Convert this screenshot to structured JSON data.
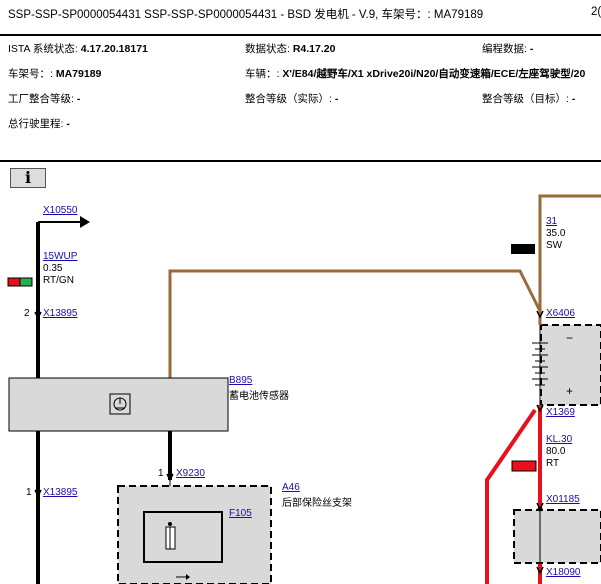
{
  "header": {
    "title": "SSP-SSP-SP0000054431 SSP-SSP-SP0000054431 - BSD 发电机 - V.9, 车架号：: MA79189",
    "page_num": "2("
  },
  "info": {
    "ista_label": "ISTA 系统状态: ",
    "ista_value": "4.17.20.18171",
    "data_label": "数据状态: ",
    "data_value": "R4.17.20",
    "prog_label": "编程数据: ",
    "prog_value": "-",
    "vin_label": "车架号：: ",
    "vin_value": "MA79189",
    "vehicle_label": "车辆：: ",
    "vehicle_value": "X'/E84/越野车/X1 xDrive20i/N20/自动变速箱/ECE/左座驾驶型/20",
    "factory_label": "工厂整合等级: ",
    "factory_value": "-",
    "actual_label": "整合等级（实际）: ",
    "actual_value": "-",
    "target_label": "整合等级（目标）: ",
    "target_value": "-",
    "mileage_label": "总行驶里程: ",
    "mileage_value": "-"
  },
  "info_button": {
    "symbol": "i"
  },
  "diagram": {
    "x10550": "X10550",
    "wire1": {
      "id": "15WUP",
      "size": "0.35",
      "color": "RT/GN"
    },
    "pin2": "2",
    "x13895_top": "X13895",
    "b895": {
      "id": "B895",
      "name": "蓄电池传感器"
    },
    "pin1_left": "1",
    "x13895_bottom": "X13895",
    "pin1_mid": "1",
    "x9230": "X9230",
    "a46": {
      "id": "A46",
      "name": "后部保险丝支架"
    },
    "f105": "F105",
    "wire31": {
      "id": "31",
      "size": "35.0",
      "color": "SW"
    },
    "x6406": "X6406",
    "battery_minus": "−",
    "battery_plus": "+",
    "x1369": "X1369",
    "kl30": {
      "id": "KL.30",
      "size": "80.0",
      "color": "RT"
    },
    "x01185": "X01185",
    "x18090": "X18090"
  },
  "colors": {
    "brown_wire": "#9a6a3a",
    "red_wire": "#e8101a",
    "black_wire": "#000000",
    "component_fill": "#d9d9d9",
    "link": "#1a0dab"
  }
}
